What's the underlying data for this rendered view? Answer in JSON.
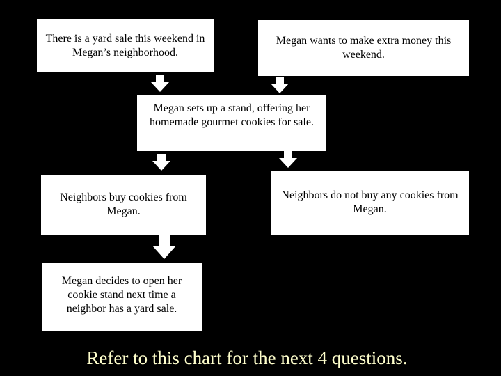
{
  "boxes": {
    "yard_sale": "There is a yard sale this weekend in Megan’s neighborhood.",
    "extra_money": "Megan wants to make extra money this weekend.",
    "sets_up_stand": "Megan sets up a stand, offering her homemade gourmet cookies for sale.",
    "neighbors_buy": "Neighbors buy cookies from Megan.",
    "neighbors_do_not_buy": "Neighbors do not buy any cookies from Megan.",
    "decides_to_open": "Megan decides to open her cookie stand next time a neighbor has a yard sale."
  },
  "caption": "Refer to this chart for the next 4 questions.",
  "colors": {
    "background": "#000000",
    "box_fill": "#ffffff",
    "arrow_fill": "#ffffff",
    "caption_text": "#ffffcc"
  }
}
